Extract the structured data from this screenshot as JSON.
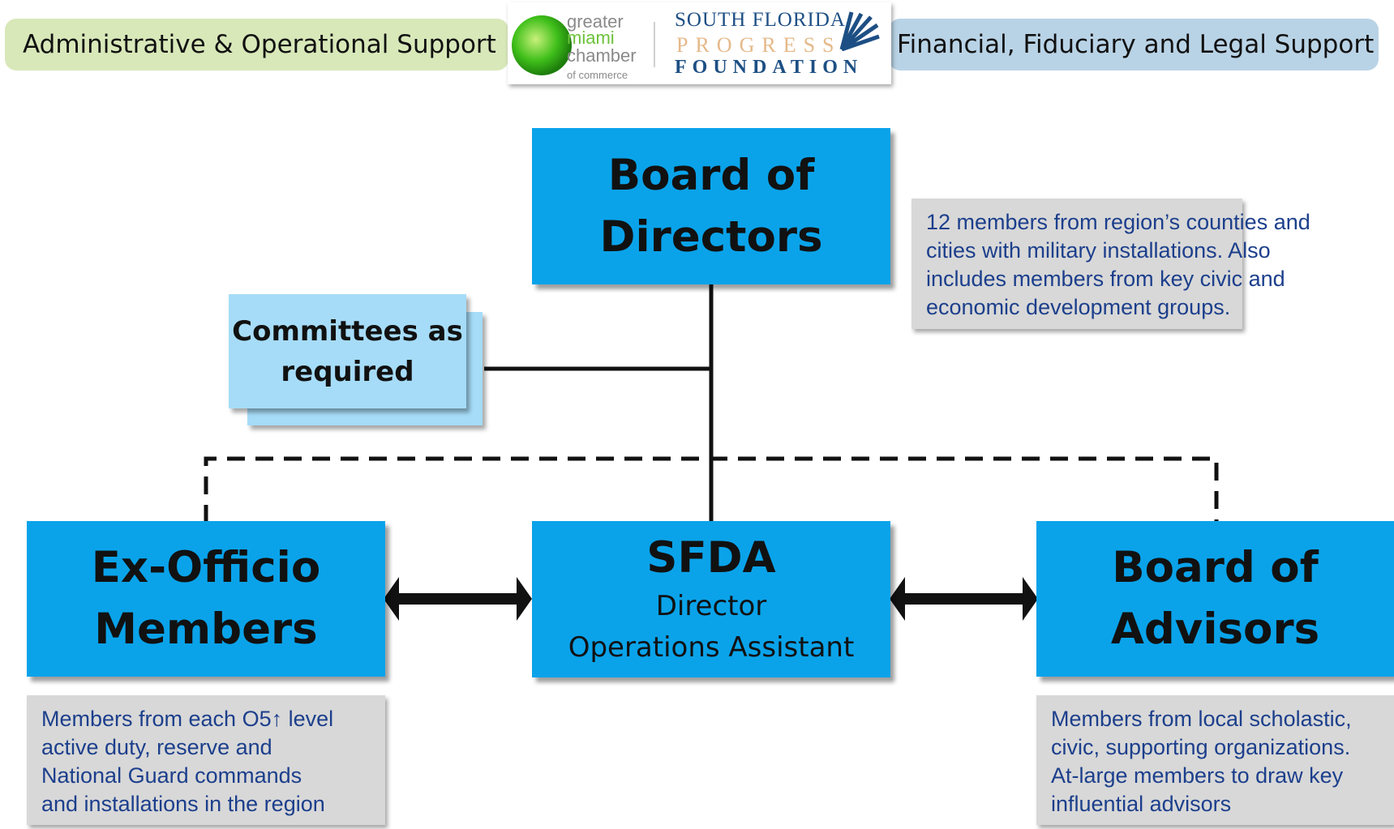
{
  "header": {
    "left_label": "Administrative & Operational Support",
    "right_label": "Financial, Fiduciary and Legal Support",
    "logo_chamber": [
      "greater",
      "miami",
      "chamber",
      "of commerce"
    ],
    "logo_foundation": [
      "SOUTH FLORIDA",
      "PROGRESS",
      "FOUNDATION"
    ]
  },
  "board_of_directors": {
    "line1": "Board of",
    "line2": "Directors"
  },
  "directors_note": [
    "12 members from region’s counties and",
    "cities with military installations.  Also",
    "includes members from key civic and",
    "economic development groups."
  ],
  "committees": {
    "line1": "Committees as",
    "line2": "required"
  },
  "ex_officio": {
    "line1": "Ex-Officio",
    "line2": "Members"
  },
  "ex_officio_note": [
    "Members from each O5↑ level",
    "active duty, reserve and",
    "National Guard commands",
    "and installations in the region"
  ],
  "sfda": {
    "title": "SFDA",
    "line1": "Director",
    "line2": "Operations Assistant"
  },
  "board_of_advisors": {
    "line1": "Board of",
    "line2": "Advisors"
  },
  "advisors_note": [
    "Members from local scholastic,",
    "civic, supporting organizations.",
    "At-large members to draw key",
    "influential advisors"
  ],
  "colors": {
    "box_blue": "#0aa3ea",
    "committee_blue": "#a6dcf8",
    "note_gray": "#d8d8d8",
    "note_text": "#1c3f8c",
    "left_pill": "#d8e8b9",
    "right_pill": "#b9d3e6"
  }
}
